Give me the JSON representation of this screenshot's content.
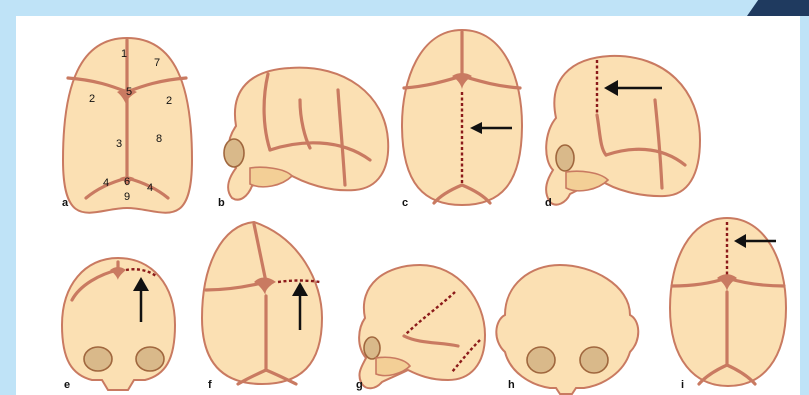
{
  "panels": {
    "a": {
      "label": "a",
      "numbers": [
        "1",
        "7",
        "5",
        "2",
        "2",
        "3",
        "8",
        "4",
        "6",
        "4",
        "9"
      ]
    },
    "b": {
      "label": "b"
    },
    "c": {
      "label": "c"
    },
    "d": {
      "label": "d"
    },
    "e": {
      "label": "e"
    },
    "f": {
      "label": "f"
    },
    "g": {
      "label": "g"
    },
    "h": {
      "label": "h"
    },
    "i": {
      "label": "i"
    }
  },
  "colors": {
    "frame": "#bfe3f7",
    "bone_fill": "#fbe0b3",
    "suture": "#c97a61",
    "fused_suture": "#8b1a1a",
    "arrow": "#111111"
  }
}
